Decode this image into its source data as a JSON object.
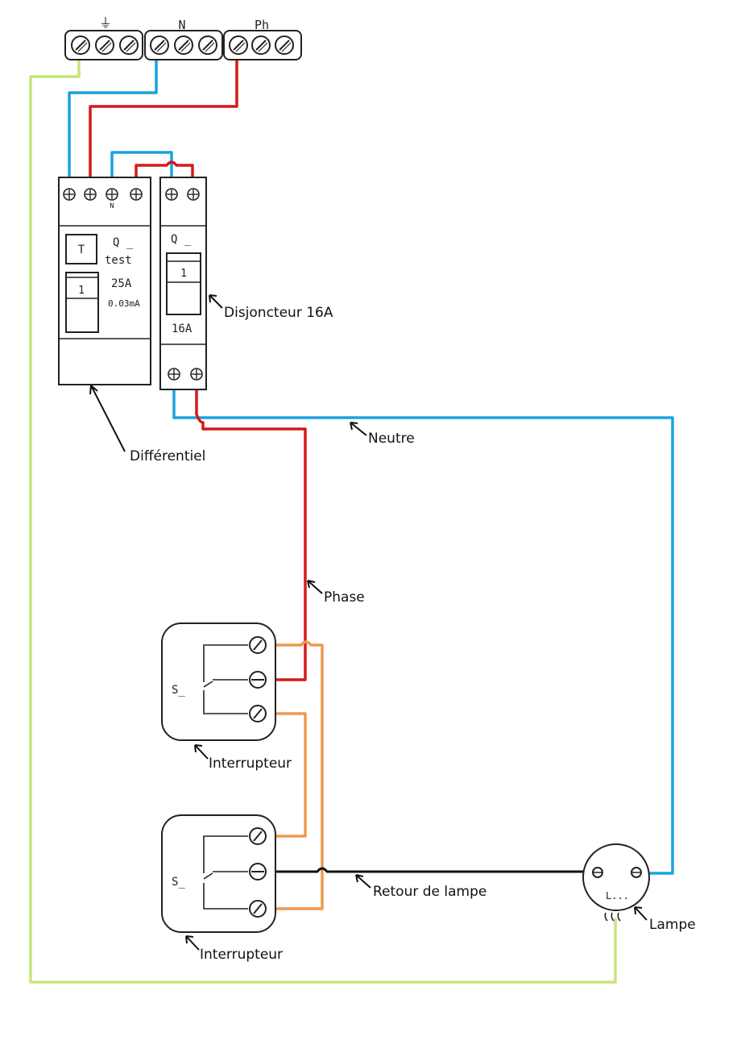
{
  "terminal_block": {
    "label_earth": "⏚",
    "label_neutral": "N",
    "label_phase": "Ph"
  },
  "differential": {
    "neutral_mark": "N",
    "test_button": "T",
    "q_label": "Q _",
    "test_label": "test",
    "lever_label": "1",
    "rating": "25A",
    "sensitivity": "0.03mA"
  },
  "breaker": {
    "q_label": "Q _",
    "lever_label": "1",
    "rating": "16A"
  },
  "switch_1": {
    "symbol": "S_"
  },
  "switch_2": {
    "symbol": "S_"
  },
  "lamp": {
    "symbol": "L..."
  },
  "annotations": {
    "breaker": "Disjoncteur 16A",
    "differential": "Différentiel",
    "neutral": "Neutre",
    "phase": "Phase",
    "switch_1": "Interrupteur",
    "switch_2": "Interrupteur",
    "lamp_return": "Retour de lampe",
    "lamp": "Lampe"
  },
  "colors": {
    "neutral_wire": "#1aa3dd",
    "phase_wire": "#d31a1a",
    "traveller_wire": "#ee9a4d",
    "lamp_return_wire": "#111111",
    "earth_wire": "#c6e57a"
  }
}
